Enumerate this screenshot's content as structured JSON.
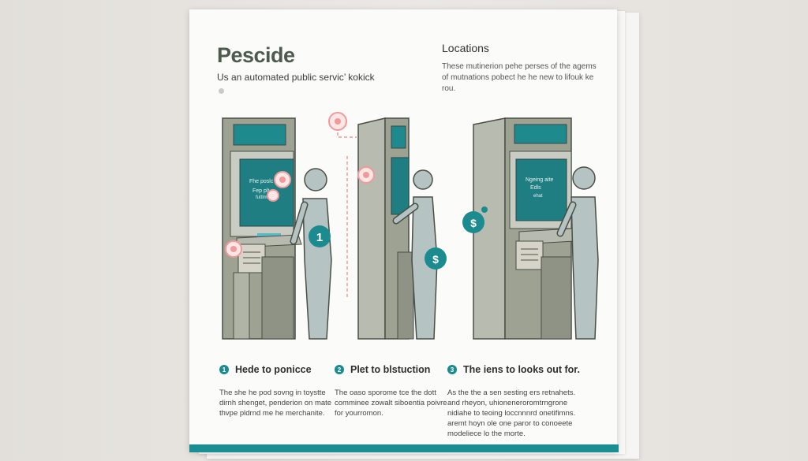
{
  "header": {
    "title": "Pescide",
    "subtitle": "Us an automated public servic’  kokick"
  },
  "locations": {
    "heading": "Locations",
    "text": "These mutinerion pehe perses of the agems of mutnations pobect he he new to lifouk ke rou."
  },
  "illustration": {
    "screen_texts": [
      [
        "Fhe poslc",
        "Fep plt",
        "futtlm"
      ],
      [
        "Ngeing aite",
        "Edls",
        "ehat"
      ]
    ],
    "badges": [
      "1",
      "$",
      "$"
    ]
  },
  "steps": [
    {
      "number": "1",
      "heading": "Hede to ponicce",
      "body": "The she he pod sovng in toystte dirnh shenget, penderion on mate thvpe pldrnd me he merchanite."
    },
    {
      "number": "2",
      "heading": "Plet to blstuction",
      "body": "The oaso sporome tce the dott comminee zowalt siboentia poivre for yourromon."
    },
    {
      "number": "3",
      "heading": "The iens to looks out for.",
      "body": "As the the a sen sesting ers retnahets. and rheyon, uhioneneroromtrngrone nidiahe to teoing loccnnnrd onetifimns. aremt hoyn ole one paror to conoeete modeliece lo the morte."
    }
  ],
  "colors": {
    "teal": "#1a8f93",
    "screen": "#1f7f82",
    "kiosk_gray": "#9ea293",
    "person": "#b5c3c3",
    "pink": "#f29a9a"
  }
}
